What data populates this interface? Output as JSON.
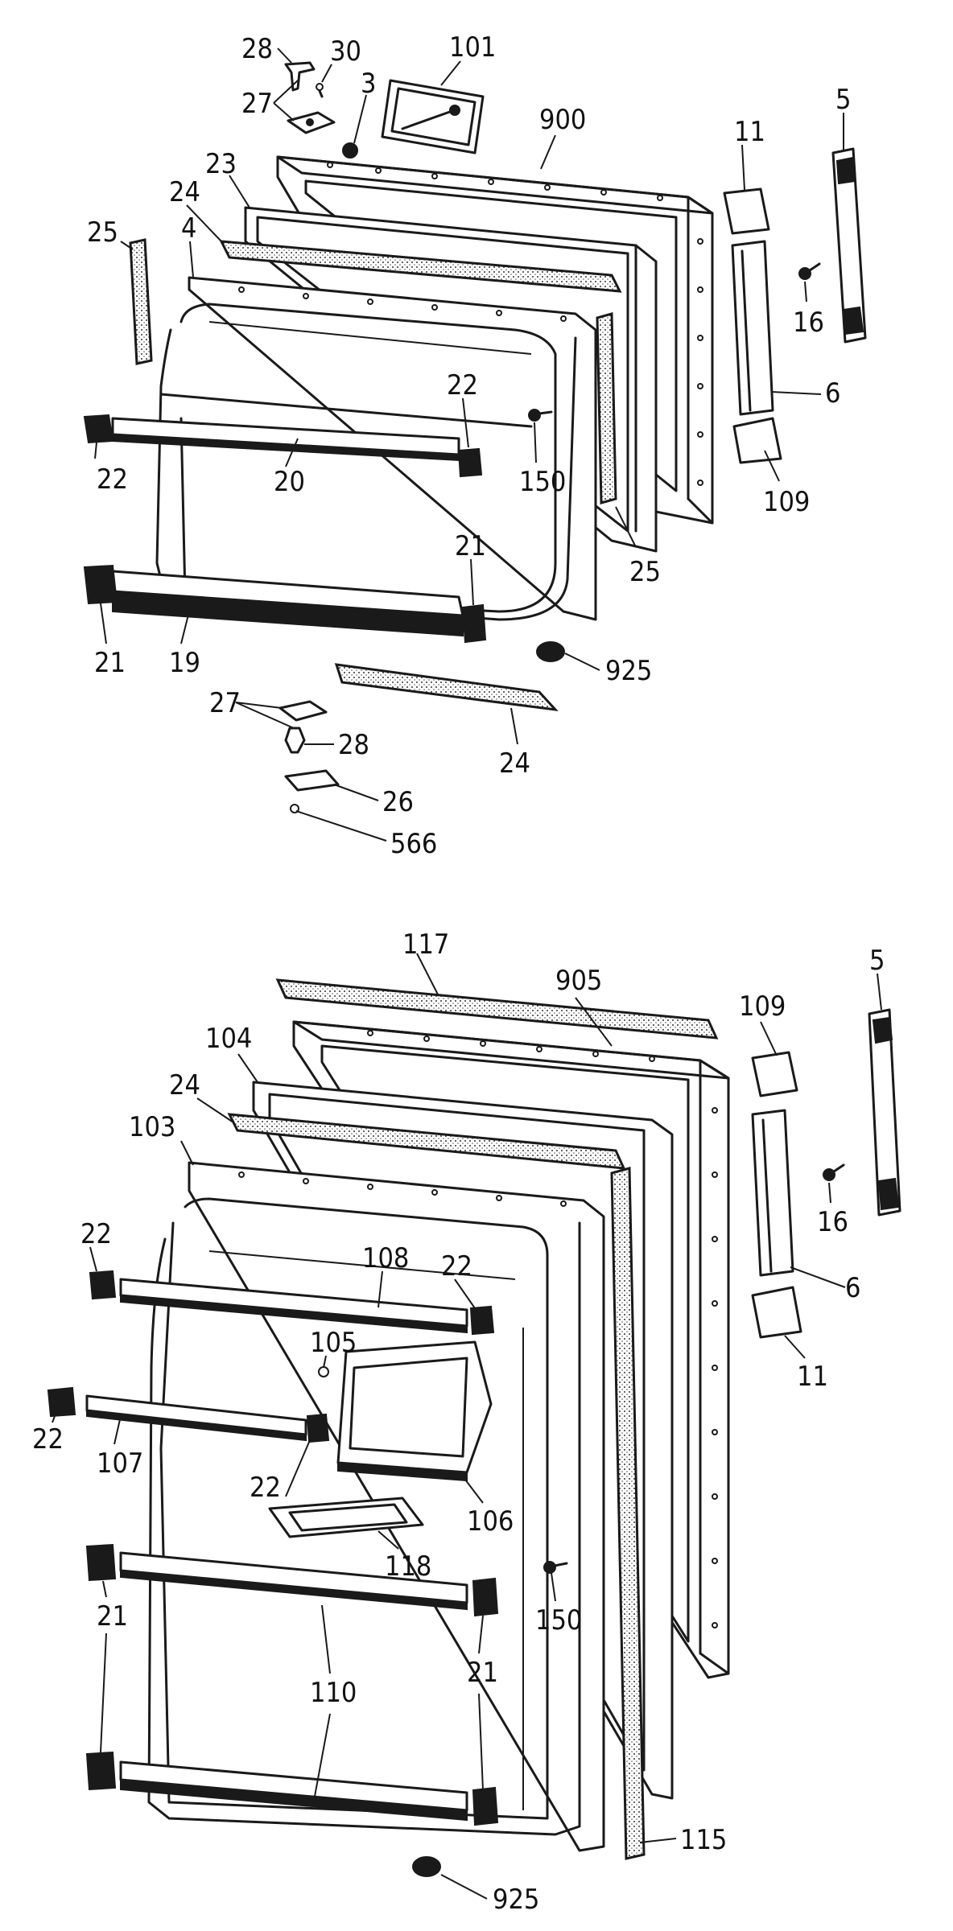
{
  "diagram": {
    "upper_door": {
      "callouts": [
        "28",
        "30",
        "27",
        "3",
        "101",
        "900",
        "11",
        "5",
        "23",
        "24",
        "25",
        "4",
        "16",
        "6",
        "22",
        "150",
        "109",
        "22",
        "20",
        "25",
        "21",
        "21",
        "19",
        "925",
        "27",
        "28",
        "24",
        "26",
        "566"
      ]
    },
    "lower_door": {
      "callouts": [
        "117",
        "905",
        "109",
        "5",
        "104",
        "24",
        "103",
        "16",
        "22",
        "22",
        "108",
        "6",
        "105",
        "11",
        "22",
        "107",
        "22",
        "106",
        "118",
        "150",
        "21",
        "110",
        "21",
        "110",
        "115",
        "925"
      ]
    }
  },
  "colors": {
    "ink": "#1a1a1a",
    "paper": "#ffffff"
  }
}
